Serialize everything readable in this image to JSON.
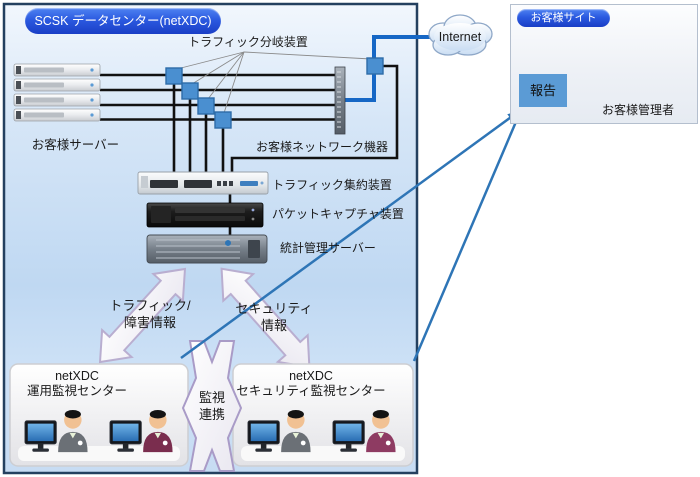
{
  "datacenter": {
    "title": "SCSK データセンター(netXDC)"
  },
  "customer_site": {
    "title": "お客様サイト",
    "report_label": "報告",
    "manager_label": "お客様管理者"
  },
  "internet": {
    "label": "Internet"
  },
  "network": {
    "tap_label": "トラフィック分岐装置",
    "servers_label": "お客様サーバー",
    "network_equipment_label": "お客様ネットワーク機器",
    "aggregator_label": "トラフィック集約装置",
    "capture_label": "パケットキャプチャ装置",
    "stats_label": "統計管理サーバー"
  },
  "flows": {
    "traffic_line1": "トラフィック/",
    "traffic_line2": "障害情報",
    "security_line1": "セキュリティ",
    "security_line2": "情報",
    "link_line1": "監視",
    "link_line2": "連携"
  },
  "centers": {
    "ops": {
      "line1": "netXDC",
      "line2": "運用監視センター"
    },
    "security": {
      "line1": "netXDC",
      "line2": "セキュリティ監視センター"
    }
  },
  "colors": {
    "pill_blue": "#2b5ae0",
    "tap_blue": "#4a8fd0",
    "report_blue": "#5b9bd5",
    "arrow_blue": "#2e75b6",
    "line_black": "#111111",
    "panel_border": "#24405f"
  }
}
